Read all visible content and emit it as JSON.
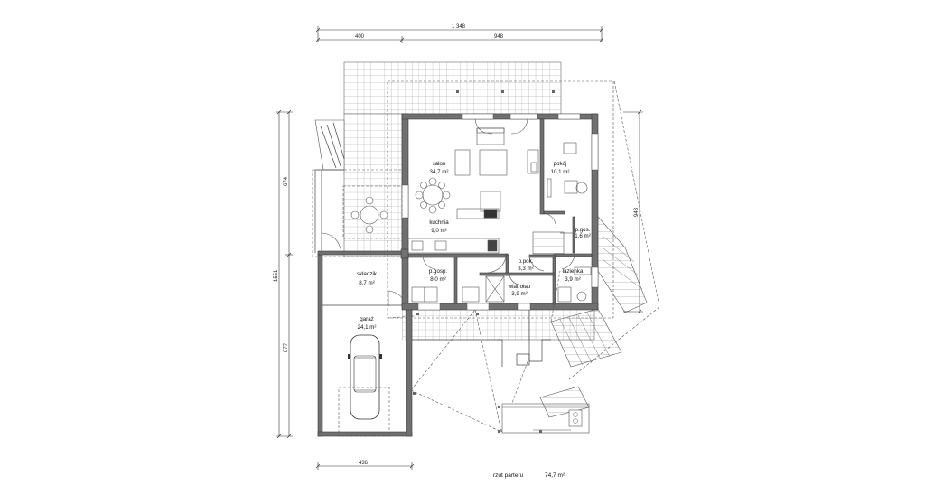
{
  "dimensions": {
    "top_total": "1 348",
    "top_left": "400",
    "top_right": "948",
    "left_total": "1551",
    "left_upper": "674",
    "left_lower": "877",
    "right_side": "948",
    "bottom_garage": "436"
  },
  "rooms": [
    {
      "name": "salon",
      "area": "34,7 m²"
    },
    {
      "name": "pokój",
      "area": "10,1 m²"
    },
    {
      "name": "kuchnia",
      "area": "9,0 m²"
    },
    {
      "name": "p.gos.",
      "area": "1,6 m²"
    },
    {
      "name": "składzik",
      "area": "8,7 m²"
    },
    {
      "name": "p.gosp.",
      "area": "8,0 m²"
    },
    {
      "name": "p.pok.",
      "area": "3,3 m²"
    },
    {
      "name": "łazienka",
      "area": "3,9 m²"
    },
    {
      "name": "wiatrołap",
      "area": "3,9 m²"
    },
    {
      "name": "garaż",
      "area": "24,1 m²"
    }
  ],
  "caption": {
    "label": "rzut parteru",
    "area": "74,7 m²"
  }
}
